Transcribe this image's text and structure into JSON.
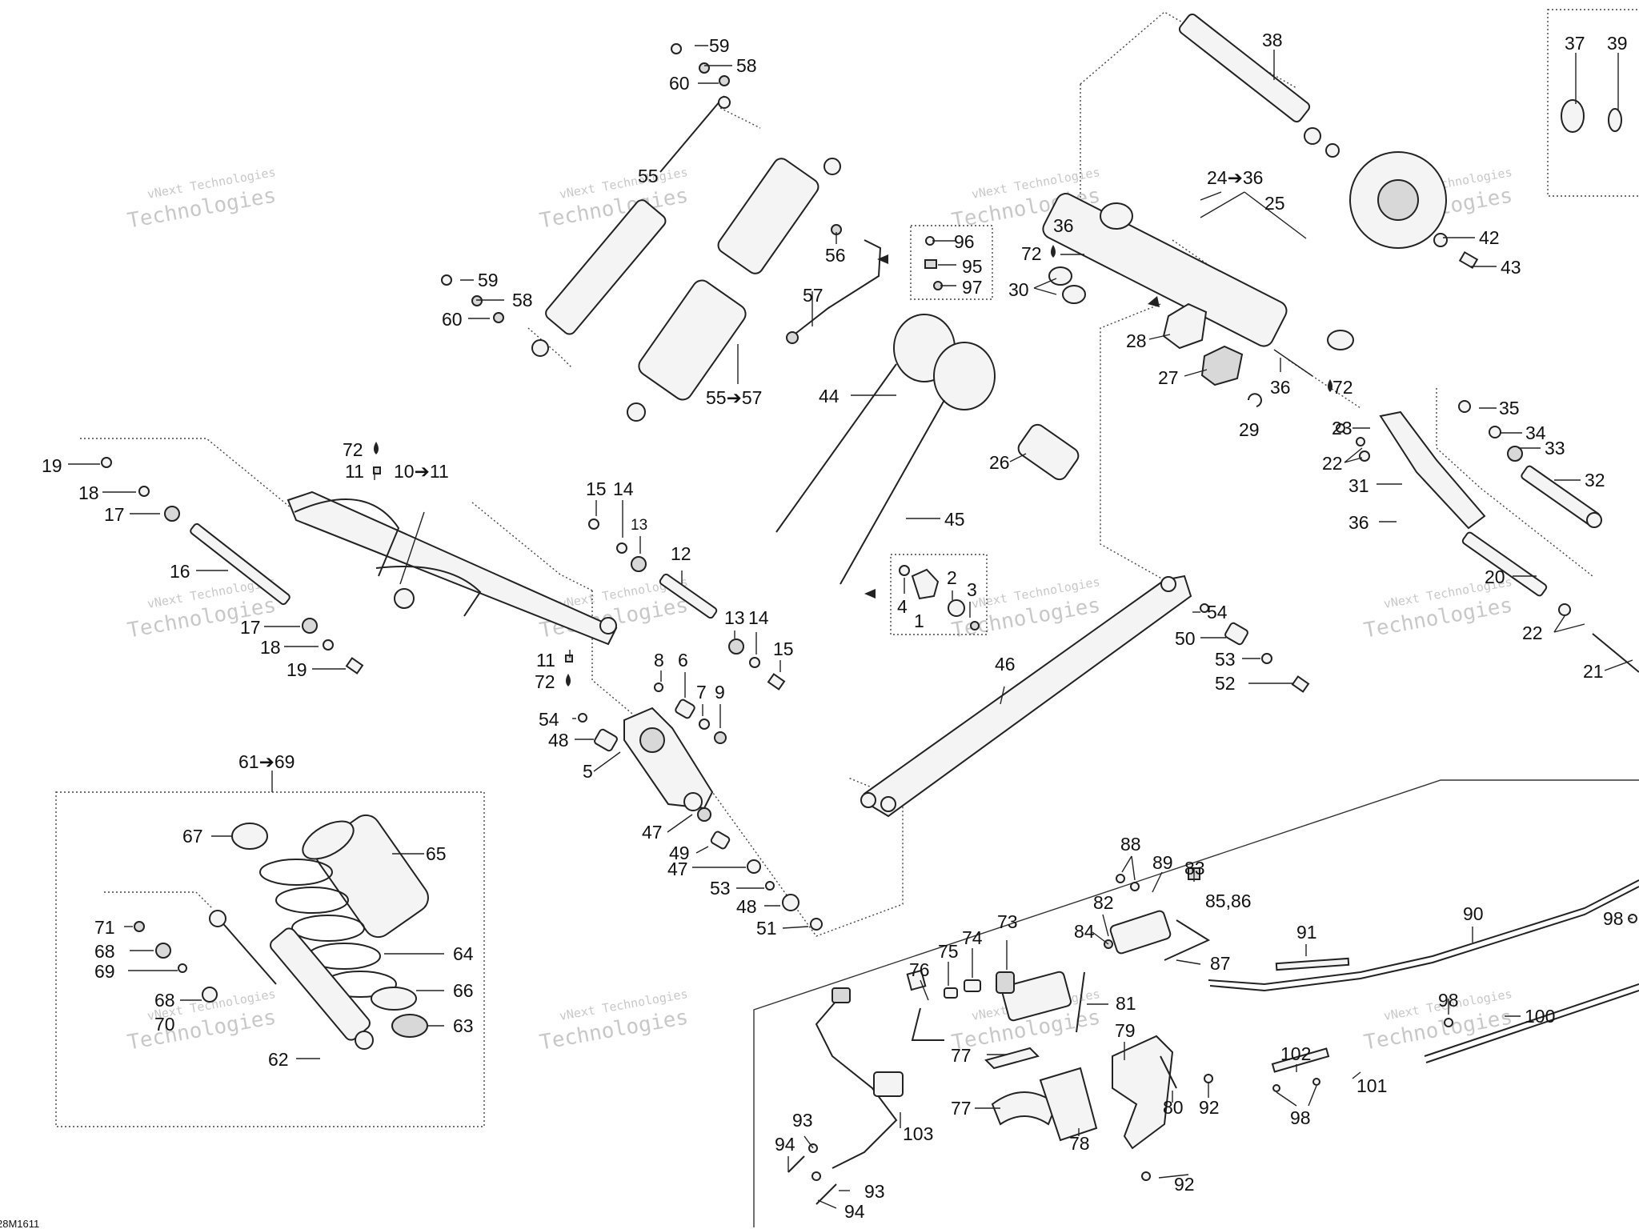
{
  "diagram": {
    "footer_code": "28M1611",
    "watermark": {
      "line1": "vNext Technologies",
      "line2": "Technologies"
    },
    "callouts": {
      "c59a": "59",
      "c58a": "58",
      "c60a": "60",
      "c55": "55",
      "c59b": "59",
      "c58b": "58",
      "c60b": "60",
      "c56": "56",
      "c57": "57",
      "c55to57": "55➔57",
      "c96": "96",
      "c95": "95",
      "c97": "97",
      "c38": "38",
      "c37": "37",
      "c39": "39",
      "c24to36": "24➔36",
      "c25": "25",
      "c36a": "36",
      "c72a": "72",
      "c30": "30",
      "c42": "42",
      "c43": "43",
      "c28": "28",
      "c27": "27",
      "c36b": "36",
      "c72b": "72",
      "c29": "29",
      "c44": "44",
      "c26": "26",
      "c45": "45",
      "c35": "35",
      "c34": "34",
      "c33": "33",
      "c32": "32",
      "c23": "23",
      "c22a": "22",
      "c31": "31",
      "c36c": "36",
      "c20": "20",
      "c22b": "22",
      "c21": "21",
      "c19a": "19",
      "c18a": "18",
      "c17a": "17",
      "c16": "16",
      "c17b": "17",
      "c18b": "18",
      "c19b": "19",
      "c72c": "72",
      "c11a": "11",
      "c10to11": "10➔11",
      "c11b": "11",
      "c72d": "72",
      "c15a": "15",
      "c14a": "14",
      "c13a": "13",
      "c12": "12",
      "c13b": "13",
      "c14b": "14",
      "c15b": "15",
      "c2": "2",
      "c3": "3",
      "c4": "4",
      "c1": "1",
      "c46": "46",
      "c54a": "54",
      "c50": "50",
      "c53a": "53",
      "c52": "52",
      "c8": "8",
      "c6": "6",
      "c7": "7",
      "c9": "9",
      "c54b": "54",
      "c48a": "48",
      "c5": "5",
      "c47a": "47",
      "c49": "49",
      "c47b": "47",
      "c53b": "53",
      "c48b": "48",
      "c51": "51",
      "c61to69": "61➔69",
      "c67": "67",
      "c65": "65",
      "c64": "64",
      "c71": "71",
      "c68a": "68",
      "c69": "69",
      "c68b": "68",
      "c70": "70",
      "c66": "66",
      "c63": "63",
      "c62": "62",
      "c88": "88",
      "c89": "89",
      "c83": "83",
      "c8586": "85,86",
      "c82": "82",
      "c84": "84",
      "c87": "87",
      "c73": "73",
      "c74": "74",
      "c75": "75",
      "c76": "76",
      "c81": "81",
      "c91": "91",
      "c90": "90",
      "c98a": "98",
      "c98b": "98",
      "c100": "100",
      "c77a": "77",
      "c79": "79",
      "c80": "80",
      "c92a": "92",
      "c102": "102",
      "c101": "101",
      "c98c": "98",
      "c77b": "77",
      "c78": "78",
      "c93a": "93",
      "c94a": "94",
      "c103": "103",
      "c93b": "93",
      "c92b": "92",
      "c94b": "94"
    }
  }
}
